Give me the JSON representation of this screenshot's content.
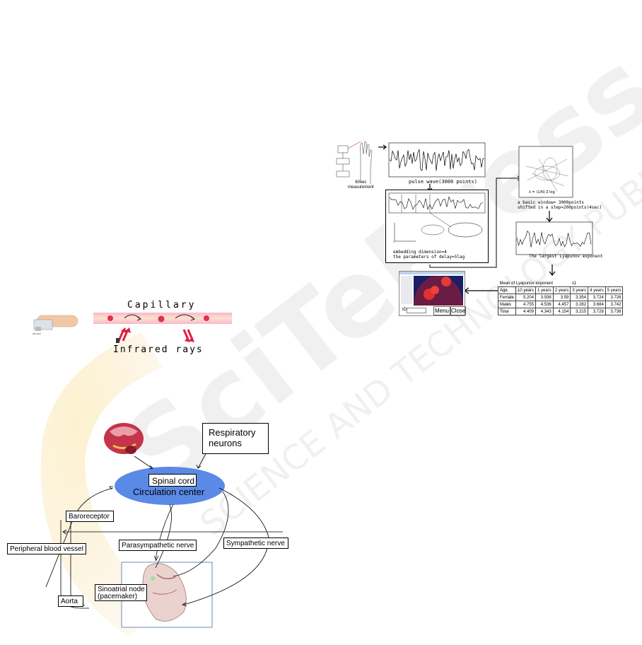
{
  "capillary_figure": {
    "capillary_label": "Capillary",
    "infrared_label": "Infrared rays"
  },
  "nervous_diagram": {
    "respiratory": "Respiratory\nneurons",
    "spinal_cord": "Spinal cord",
    "circulation_center": "Circulation center",
    "baroreceptor": "Baroreceptor",
    "peripheral_vessel": "Peripheral blood vessel",
    "parasympathetic": "Parasympathetic nerve",
    "sympathetic": "Sympathetic nerve",
    "sinoatrial": "Sinoatrial node\n(pacemaker)",
    "aorta": "Aorta"
  },
  "flow_diagram": {
    "measurement_caption": "60sec\nmeasurement",
    "pulse_caption": "pulse wave(3000 points)",
    "embedding_caption": "embedding dimension=4\nthe parameters of delay=5lag",
    "window_caption": "a basic window= 3000points\nshifted in a step=200points(4sec)",
    "lyapunov_caption": "The largest Lyapunov exponent",
    "app_id_label": "ID",
    "app_menu_button": "Menu",
    "app_close_button": "Close",
    "table_title": "Mean of Lyapunov exponent",
    "table_lambda": "λ1",
    "table_headers": [
      "Age",
      "10 years",
      "1 years",
      "2 years",
      "3 years",
      "4 years",
      "5 years"
    ],
    "table_rows": [
      [
        "Female",
        "5.204",
        "3.938",
        "3.59",
        "3.354",
        "3.724",
        "3.726"
      ],
      [
        "Males",
        "4.755",
        "4.536",
        "4.457",
        "3.282",
        "3.684",
        "3.742"
      ],
      [
        "Total",
        "4.409",
        "4.343",
        "4.154",
        "3.215",
        "3.728",
        "3.738"
      ]
    ]
  }
}
